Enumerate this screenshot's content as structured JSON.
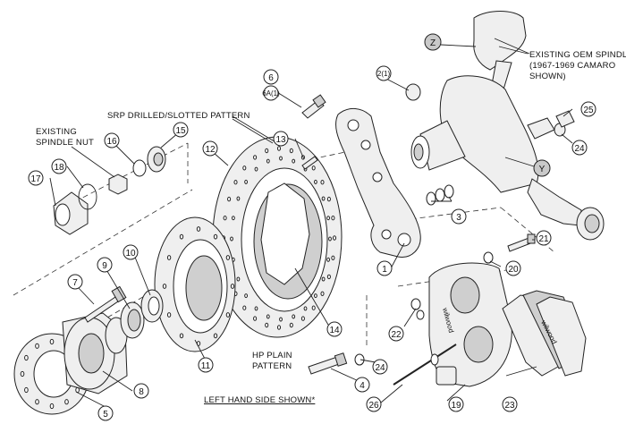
{
  "notes": {
    "oem_spindle": [
      "EXISTING OEM SPINDLE*",
      "(1967-1969 CAMARO",
      "SHOWN)"
    ],
    "srp_pattern": "SRP DRILLED/SLOTTED PATTERN",
    "spindle_nut": [
      "EXISTING",
      "SPINDLE NUT"
    ],
    "hp_plain": [
      "HP PLAIN",
      "PATTERN"
    ],
    "left_hand": "LEFT HAND SIDE SHOWN*"
  },
  "callouts": {
    "z": "Z",
    "y": "Y",
    "c1": "1",
    "c2": "2(1)",
    "c3": "3",
    "c4": "4",
    "c5": "5",
    "c6": "6",
    "c6a": "6A(1)",
    "c7": "7",
    "c8": "8",
    "c9": "9",
    "c10": "10",
    "c11": "11",
    "c12": "12",
    "c13": "13",
    "c14": "14",
    "c15": "15",
    "c16": "16",
    "c17": "17",
    "c18": "18",
    "c19": "19",
    "c20": "20",
    "c21": "21",
    "c22": "22",
    "c23": "23",
    "c24a": "24",
    "c24b": "24",
    "c25": "25",
    "c26": "26"
  },
  "brand_marks": [
    "wilwood",
    "wilwood"
  ]
}
